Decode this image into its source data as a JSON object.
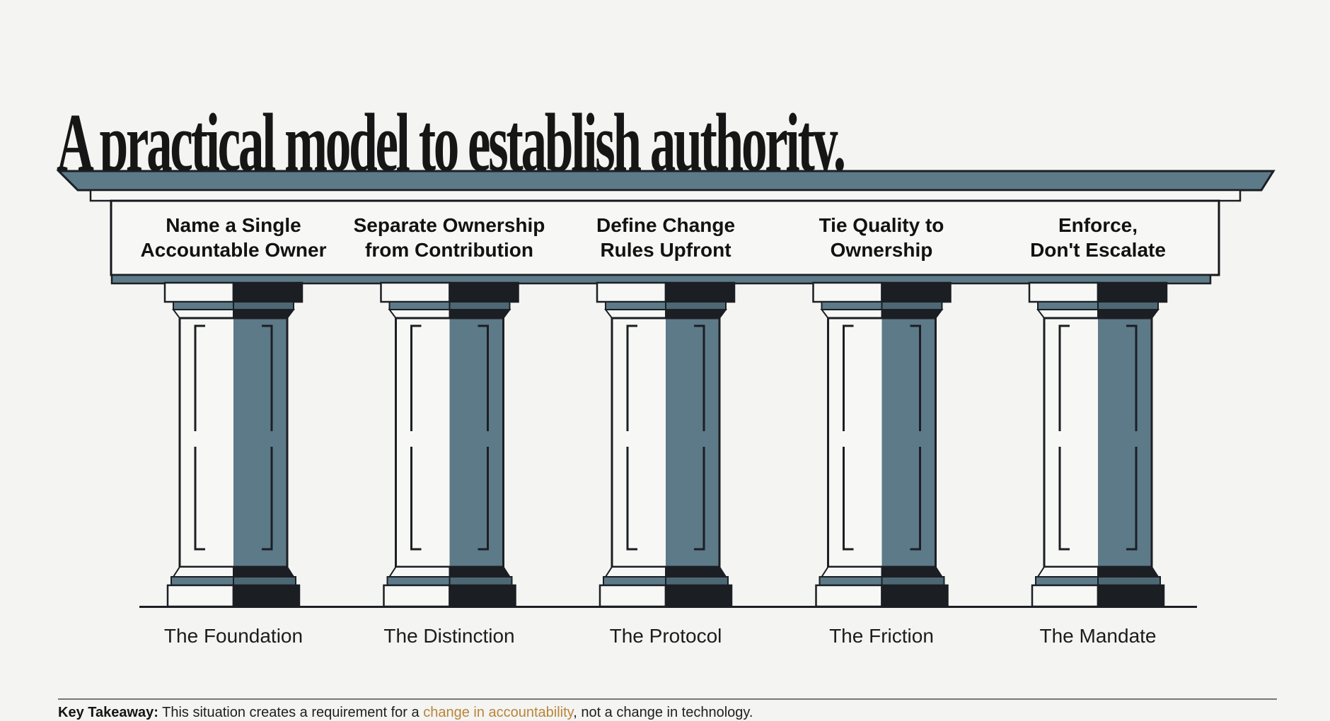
{
  "title": "A practical model to establish authority.",
  "pillars": [
    {
      "header": "Name a Single\nAccountable Owner",
      "caption": "The Foundation"
    },
    {
      "header": "Separate Ownership\nfrom Contribution",
      "caption": "The Distinction"
    },
    {
      "header": "Define Change\nRules Upfront",
      "caption": "The Protocol"
    },
    {
      "header": "Tie Quality to\nOwnership",
      "caption": "The Friction"
    },
    {
      "header": "Enforce,\nDon't Escalate",
      "caption": "The Mandate"
    }
  ],
  "takeaway": {
    "label": "Key Takeaway:",
    "text_pre": " This situation creates a requirement for a ",
    "highlight": "change in accountability",
    "text_post": ", not a change in technology."
  },
  "colors": {
    "background": "#f4f4f2",
    "panel_white": "#f7f7f5",
    "slate": "#5d7a89",
    "slate_dark": "#4e6775",
    "ink": "#1b1f23",
    "accent": "#b98439"
  }
}
